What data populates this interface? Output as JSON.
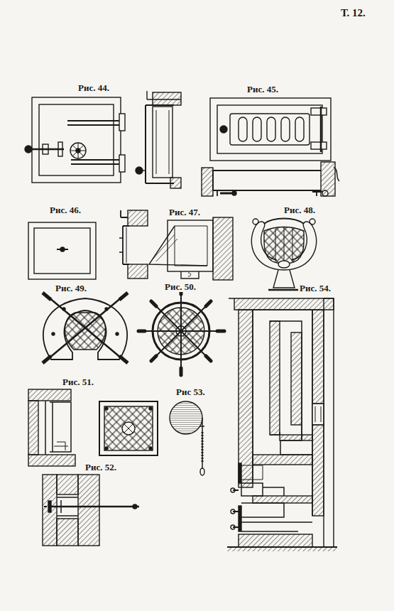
{
  "diagram": {
    "labels": [
      "Т. 12.",
      "Рис. 44.",
      "Рис. 45.",
      "Рис. 46.",
      "Рис. 47.",
      "Рис. 48.",
      "Рис. 49.",
      "Рис. 50.",
      "Рис. 54.",
      "Рис. 51.",
      "Рис 53.",
      "Рис. 52."
    ]
  }
}
